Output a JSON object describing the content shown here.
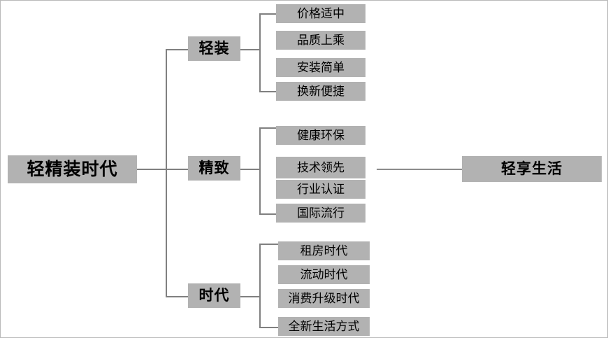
{
  "diagram": {
    "type": "tree-mindmap",
    "root": {
      "label": "轻精装时代"
    },
    "outcome": {
      "label": "轻享生活"
    },
    "branches": [
      {
        "label": "轻装",
        "leaves": [
          {
            "label": "价格适中"
          },
          {
            "label": "品质上乘"
          },
          {
            "label": "安装简单"
          },
          {
            "label": "换新便捷"
          }
        ]
      },
      {
        "label": "精致",
        "leaves": [
          {
            "label": "健康环保"
          },
          {
            "label": "技术领先"
          },
          {
            "label": "行业认证"
          },
          {
            "label": "国际流行"
          }
        ]
      },
      {
        "label": "时代",
        "leaves": [
          {
            "label": "租房时代"
          },
          {
            "label": "流动时代"
          },
          {
            "label": "消费升级时代"
          },
          {
            "label": "全新生活方式"
          }
        ]
      }
    ],
    "colors": {
      "box_fill": "#b2b2b2",
      "connector": "#808080",
      "background": "#ffffff",
      "text": "#000000",
      "border": "#b9b9b9"
    }
  }
}
